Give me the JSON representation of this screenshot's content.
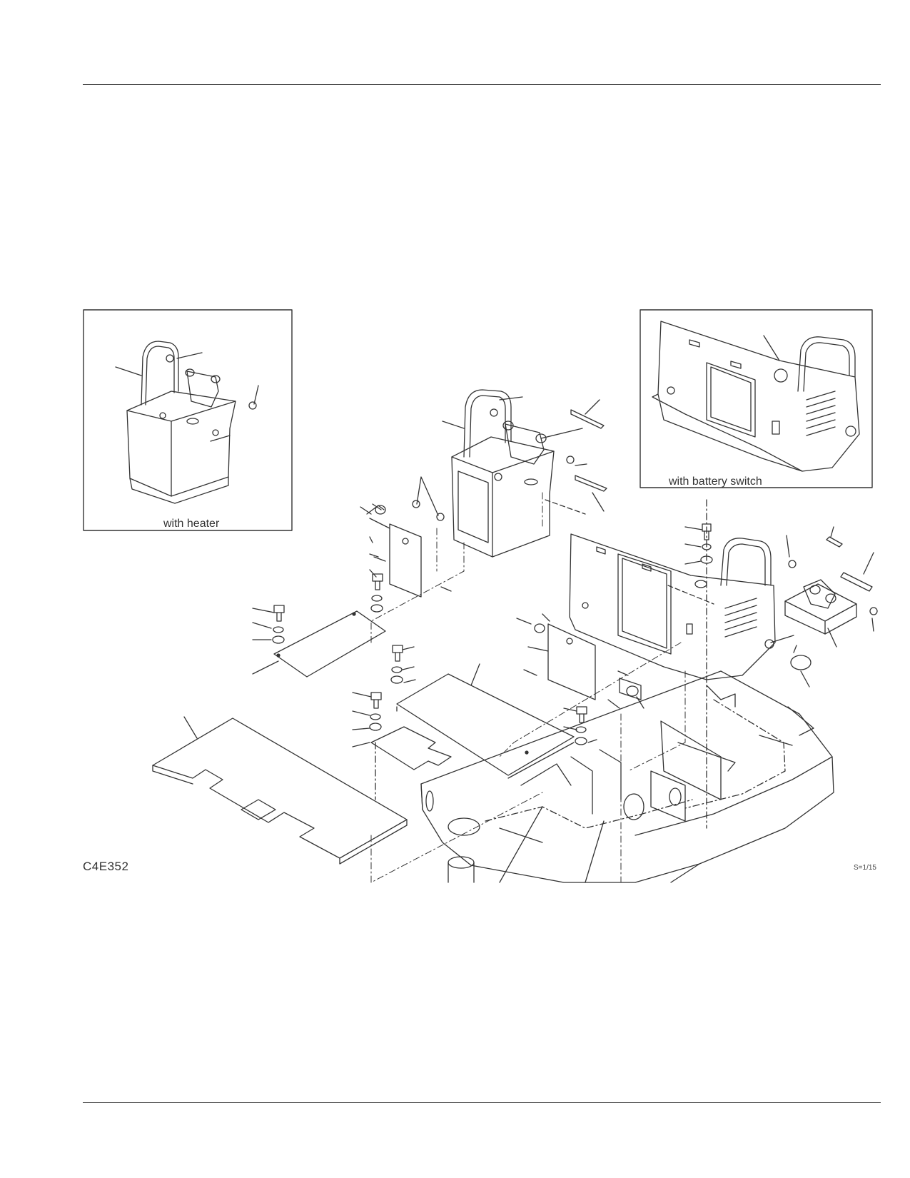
{
  "figure": {
    "code": "C4E352",
    "scale": "S=1/15"
  },
  "insets": {
    "heater_caption": "with heater",
    "battery_switch_caption": "with battery switch"
  }
}
